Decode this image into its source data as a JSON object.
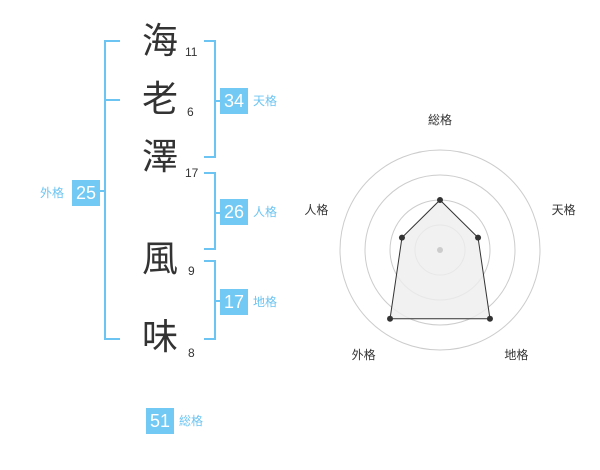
{
  "name": {
    "chars": [
      {
        "char": "海",
        "strokes": "11"
      },
      {
        "char": "老",
        "strokes": "6"
      },
      {
        "char": "澤",
        "strokes": "17"
      },
      {
        "char": "風",
        "strokes": "9"
      },
      {
        "char": "味",
        "strokes": "8"
      }
    ]
  },
  "fortunes": {
    "tenkaku": {
      "value": "34",
      "label": "天格"
    },
    "jinkaku": {
      "value": "26",
      "label": "人格"
    },
    "chikaku": {
      "value": "17",
      "label": "地格"
    },
    "gaikaku": {
      "value": "25",
      "label": "外格"
    },
    "soukaku": {
      "value": "51",
      "label": "総格"
    }
  },
  "chart_data": {
    "type": "radar",
    "axes": [
      "総格",
      "天格",
      "地格",
      "外格",
      "人格"
    ],
    "values": [
      0.5,
      0.4,
      0.85,
      0.85,
      0.4
    ],
    "range": [
      0,
      1
    ],
    "grid_rings": 4
  },
  "colors": {
    "accent": "#72c9f4",
    "bracket": "#6cc4f2",
    "radar_fill": "#eeeeee",
    "radar_line": "#333333",
    "grid": "#cccccc"
  }
}
